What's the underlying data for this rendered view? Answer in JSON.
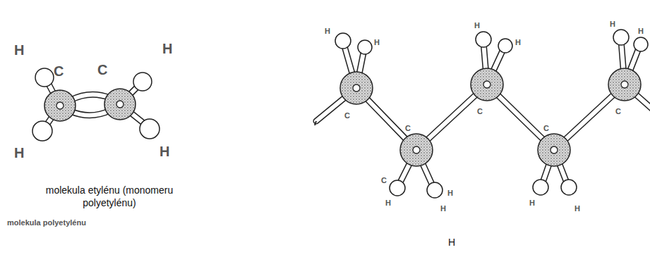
{
  "diagram": {
    "labels": [
      "H",
      "C",
      "C",
      "H",
      "H",
      "H",
      "molekula etylénu (monomeru polyetylénu)",
      "H",
      "H",
      "C",
      "C",
      "H",
      "H",
      "H",
      "H",
      "C",
      "C",
      "H",
      "H",
      "H",
      "H",
      "C",
      "C",
      "H",
      "H",
      "molekula polyetylénu"
    ]
  }
}
